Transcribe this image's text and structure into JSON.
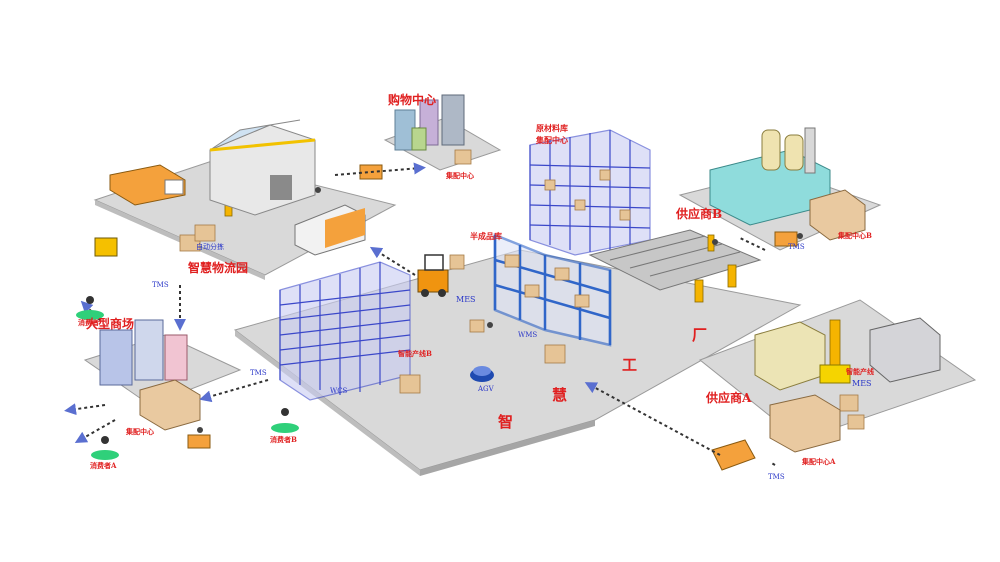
{
  "diagram": {
    "factory": {
      "chars": [
        "智",
        "慧",
        "工",
        "厂"
      ],
      "warehouse_label": "半成品库",
      "material_label_1": "原材料库",
      "material_label_2": "集配中心",
      "production_line": "智能产线B",
      "mes": "MES",
      "wms": "WMS",
      "wcs": "WCS",
      "agv": "AGV"
    },
    "logistics_park": {
      "title": "智慧物流园",
      "sorter": "自动分拣",
      "tms": "TMS"
    },
    "shopping_center": {
      "title": "购物中心",
      "dc": "集配中心"
    },
    "mall": {
      "title": "大型商场",
      "dc": "集配中心",
      "tms": "TMS",
      "consumers": [
        "消费者",
        "消费者B",
        "消费者A"
      ]
    },
    "supplier_b": {
      "title": "供应商B",
      "dc": "集配中心B",
      "tms": "TMS"
    },
    "supplier_a": {
      "title": "供应商A",
      "dc": "集配中心A",
      "line": "智能产线",
      "mes": "MES",
      "tms": "TMS"
    }
  }
}
